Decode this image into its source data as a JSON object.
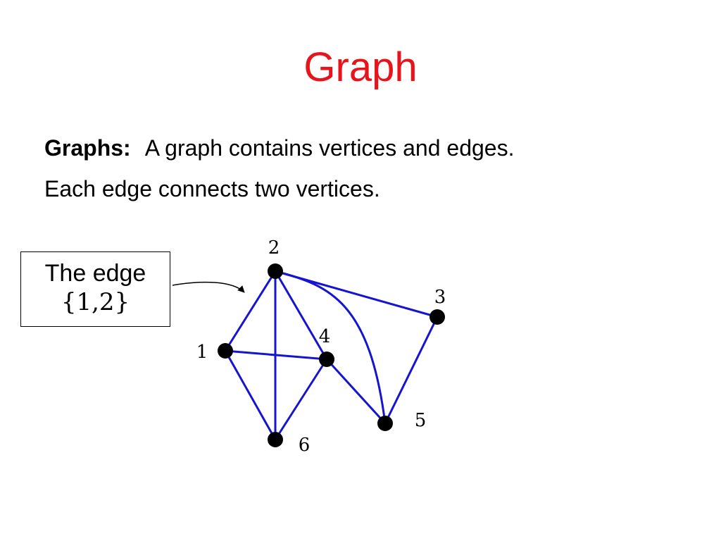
{
  "slide": {
    "title": "Graph",
    "title_color": "#e8141c",
    "definition_term": "Graphs:",
    "definition_text": "A graph contains vertices and edges.",
    "line2": "Each edge connects two vertices."
  },
  "callout": {
    "line1": "The edge",
    "line2": "{1,2}"
  },
  "graph": {
    "edge_color": "#1414d2",
    "vertex_color": "#000000",
    "vertices": [
      {
        "id": "1",
        "label": "1"
      },
      {
        "id": "2",
        "label": "2"
      },
      {
        "id": "3",
        "label": "3"
      },
      {
        "id": "4",
        "label": "4"
      },
      {
        "id": "5",
        "label": "5"
      },
      {
        "id": "6",
        "label": "6"
      }
    ],
    "edges": [
      {
        "from": "1",
        "to": "2"
      },
      {
        "from": "1",
        "to": "4"
      },
      {
        "from": "1",
        "to": "6"
      },
      {
        "from": "2",
        "to": "6"
      },
      {
        "from": "2",
        "to": "4"
      },
      {
        "from": "2",
        "to": "3"
      },
      {
        "from": "2",
        "to": "5"
      },
      {
        "from": "4",
        "to": "6"
      },
      {
        "from": "4",
        "to": "5"
      },
      {
        "from": "3",
        "to": "5"
      }
    ]
  }
}
